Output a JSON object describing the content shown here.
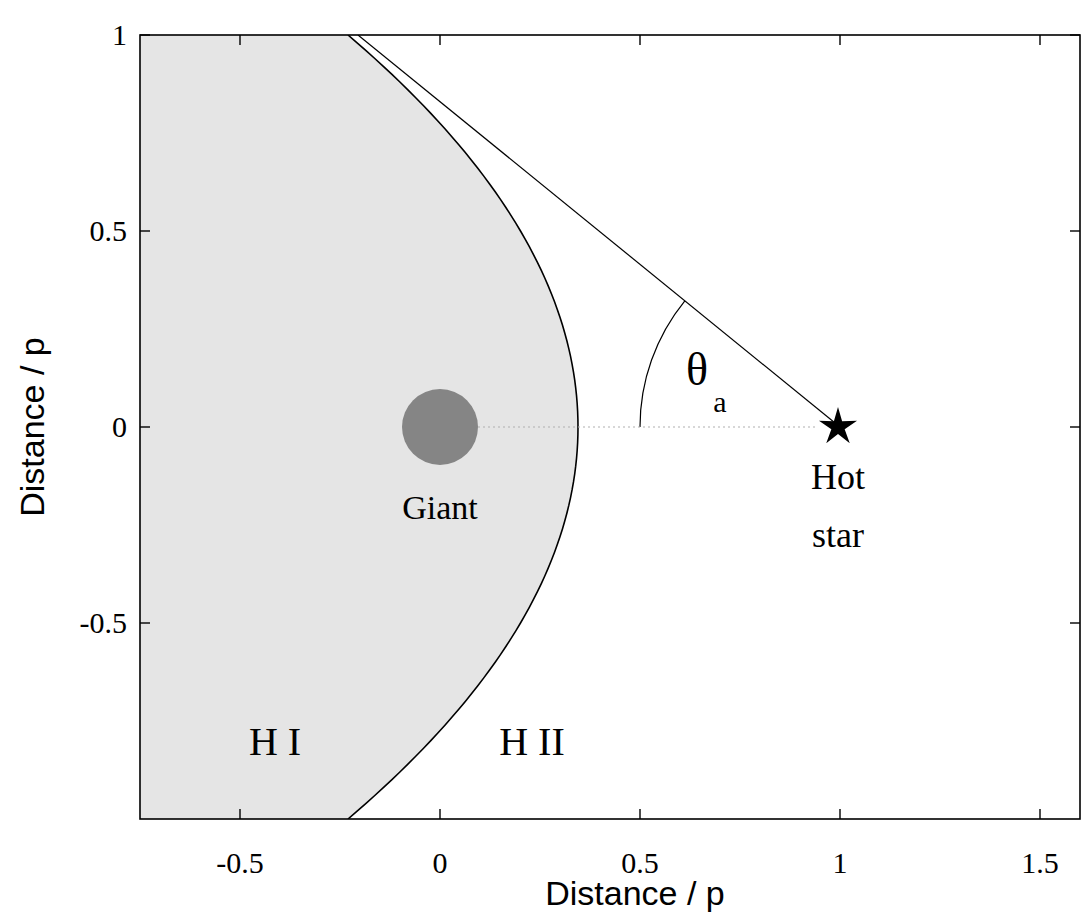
{
  "diagram": {
    "nodes": [
      {
        "text": [
          "Giant"
        ]
      },
      {
        "text": [
          "Hot star"
        ]
      }
    ],
    "edges": [
      {
        "from": 0,
        "to": 1,
        "arrow": "none"
      }
    ],
    "labels": [
      "H I",
      "H II",
      "θ",
      "a",
      "1",
      "0.5",
      "0",
      "-0.5",
      "-0.5",
      "0",
      "0.5",
      "1",
      "1.5",
      "Distance / p",
      "Distance / p"
    ]
  }
}
